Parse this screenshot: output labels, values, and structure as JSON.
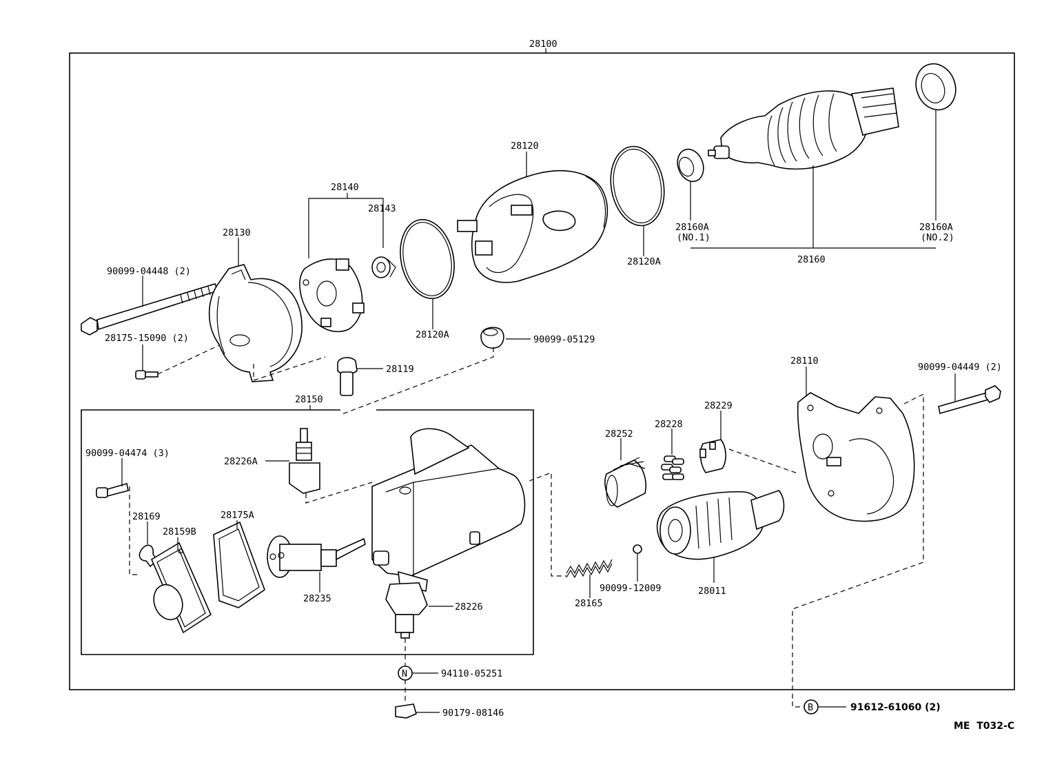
{
  "diagram": {
    "assembly_label": "28100",
    "labels": {
      "p28140": "28140",
      "p28143": "28143",
      "p28130": "28130",
      "p28120": "28120",
      "p28120a_top": "28120A",
      "p28120a_bottom": "28120A",
      "p28160a_1": "28160A",
      "p28160a_1_note": "(NO.1)",
      "p28160a_2": "28160A",
      "p28160a_2_note": "(NO.2)",
      "p28160": "28160",
      "bolt_04448": "90099-04448 (2)",
      "screw_15090": "28175-15090 (2)",
      "p28119": "28119",
      "cap_05129": "90099-05129",
      "p28150": "28150",
      "p28226a": "28226A",
      "bolt_04474": "90099-04474 (3)",
      "p28169": "28169",
      "p28159b": "28159B",
      "p28175a": "28175A",
      "p28235": "28235",
      "p28226": "28226",
      "nut_05251": "94110-05251",
      "cap_08146": "90179-08146",
      "p28252": "28252",
      "p28228": "28228",
      "p28229": "28229",
      "p28110": "28110",
      "bolt_04449": "90099-04449 (2)",
      "ball_12009": "90099-12009",
      "p28165": "28165",
      "p28011": "28011",
      "bolt_61060": "91612-61060 (2)",
      "marker_n": "N",
      "marker_b": "B"
    },
    "figure_code": "ME  T032-C"
  }
}
